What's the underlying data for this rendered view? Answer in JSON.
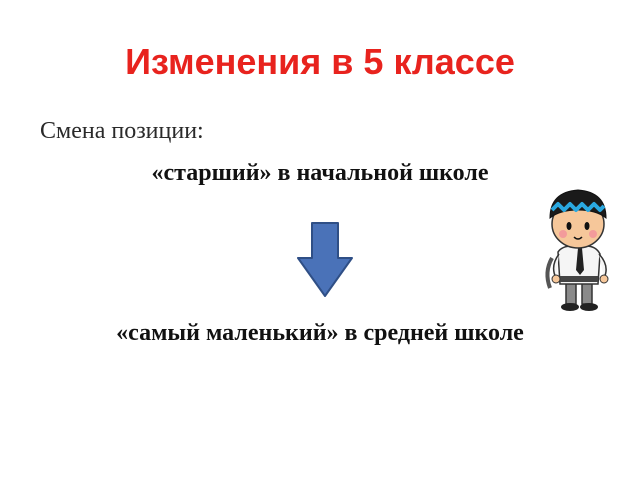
{
  "slide": {
    "title": "Изменения в 5 классе",
    "subtitle": "Смена позиции:",
    "line_before": "«старший» в начальной школе",
    "line_after": "«самый маленький» в средней школе"
  },
  "colors": {
    "title": "#e8231e",
    "arrow_fill": "#4a72b8",
    "arrow_stroke": "#2f4f86"
  },
  "icons": {
    "arrow": "down-arrow-icon",
    "figure": "schoolboy-cartoon"
  }
}
